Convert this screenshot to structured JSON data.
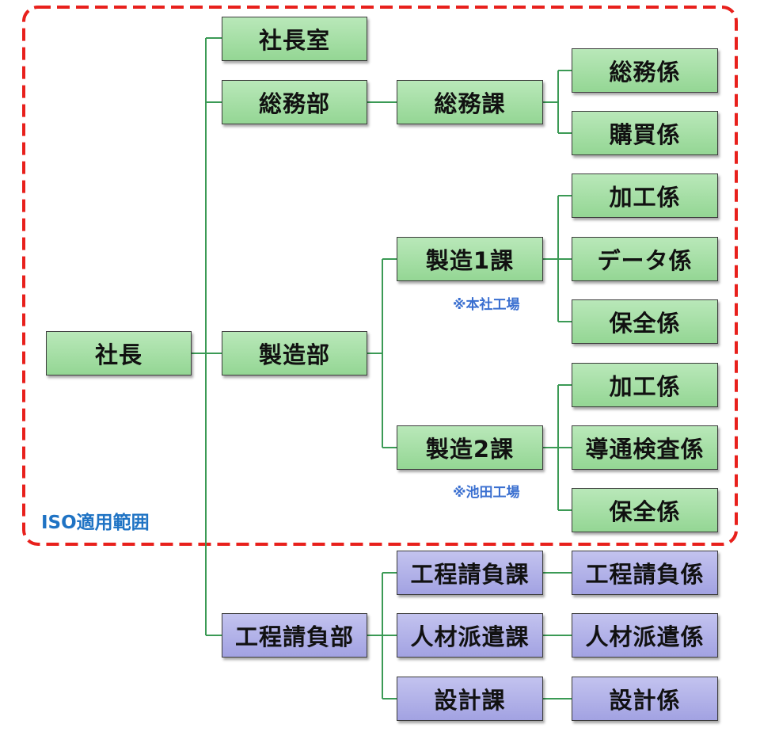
{
  "org_chart": {
    "president": "社長",
    "executive_office": "社長室",
    "general_affairs_dept": "総務部",
    "general_affairs_section": "総務課",
    "general_affairs_unit": "総務係",
    "purchasing_unit": "購買係",
    "manufacturing_dept": "製造部",
    "mfg_section_1": "製造1課",
    "mfg_section_1_note": "※本社工場",
    "mfg1_processing_unit": "加工係",
    "mfg1_data_unit": "データ係",
    "mfg1_maintenance_unit": "保全係",
    "mfg_section_2": "製造2課",
    "mfg_section_2_note": "※池田工場",
    "mfg2_processing_unit": "加工係",
    "mfg2_continuity_unit": "導通検査係",
    "mfg2_maintenance_unit": "保全係",
    "contract_dept": "工程請負部",
    "contract_section": "工程請負課",
    "contract_unit": "工程請負係",
    "staffing_section": "人材派遣課",
    "staffing_unit": "人材派遣係",
    "design_section": "設計課",
    "design_unit": "設計係",
    "iso_scope_label": "ISO適用範囲"
  },
  "colors": {
    "iso_scope_border": "#e8201c",
    "connector": "#3b9a55",
    "box_green": "#a6dea6",
    "box_purple": "#b2b2e8",
    "note_text": "#3a6fd0",
    "scope_label_text": "#1f73c4"
  }
}
